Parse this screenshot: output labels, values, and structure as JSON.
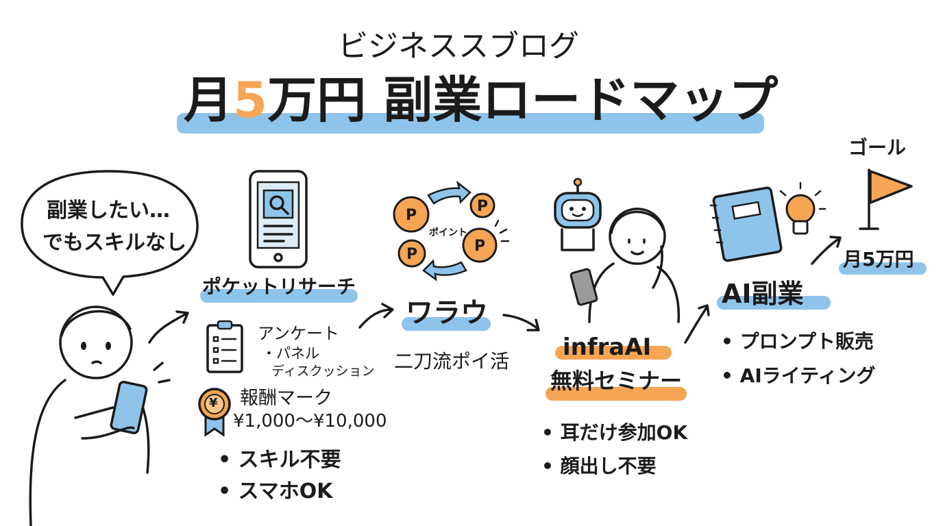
{
  "header": {
    "subtitle": "ビジネススブログ",
    "title_prefix": "月",
    "title_number": "5",
    "title_suffix": "万円 副業ロードマップ"
  },
  "speech_bubble": {
    "line1": "副業したい…",
    "line2": "でもスキルなし"
  },
  "step1": {
    "name": "ポケットリサーチ",
    "task1": "アンケート",
    "task2": "・パネル",
    "task3": "ディスクッション",
    "reward_label": "報酬マーク",
    "reward_range": "¥1,000～¥10,000",
    "bullets": [
      "スキル不要",
      "スマホOK"
    ],
    "medal_symbol": "¥"
  },
  "step2": {
    "name": "ワラウ",
    "caption": "二刀流ポイ活",
    "coin_label": "ポイント",
    "coin_symbol": "P"
  },
  "step3": {
    "name_line1": "infraAI",
    "name_line2": "無料セミナー",
    "bullets": [
      "耳だけ参加OK",
      "顔出し不要"
    ]
  },
  "step4": {
    "name": "AI副業",
    "bullets": [
      "プロンプト販売",
      "AIライティング"
    ]
  },
  "goal": {
    "label": "ゴール",
    "amount": "月5万円"
  },
  "colors": {
    "highlight_blue": "#8fc4ea",
    "accent_orange": "#f5a553",
    "ink": "#1b1b1b"
  }
}
